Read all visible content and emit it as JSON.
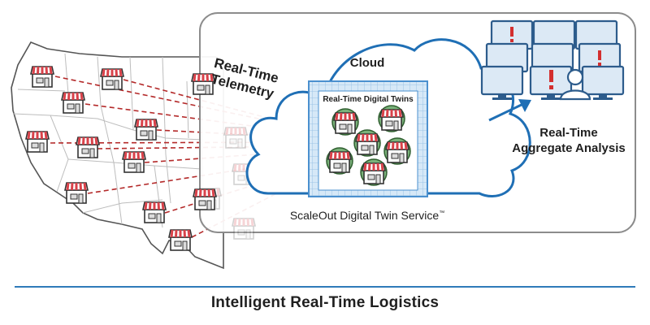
{
  "title": "Intelligent Real-Time Logistics",
  "labels": {
    "telemetry": [
      "Real-Time",
      "Telemetry"
    ],
    "cloud": "Cloud",
    "twins_title": "Real-Time Digital Twins",
    "analysis": [
      "Real-Time",
      "Aggregate Analysis"
    ],
    "service_name": "ScaleOut Digital Twin Service",
    "service_mark": "™"
  },
  "icons": {
    "store": "storefront-icon",
    "twin": "digital-twin-icon",
    "monitor": "monitor-icon",
    "alert": "alert-exclamation-icon",
    "analyst": "analyst-person-icon"
  },
  "colors": {
    "awning_red": "#d9424a",
    "connector_dash": "#b42a2a",
    "map_outline": "#555555",
    "cloud_stroke": "#1f6fb5",
    "grid_panel_fill": "#d6e8f7",
    "twin_circle_fill": "#7ab27a",
    "monitor_fill": "#dce9f5",
    "monitor_stroke": "#2d5c8c",
    "alert_red": "#d32f2f",
    "rule_blue": "#2f7bb9"
  }
}
